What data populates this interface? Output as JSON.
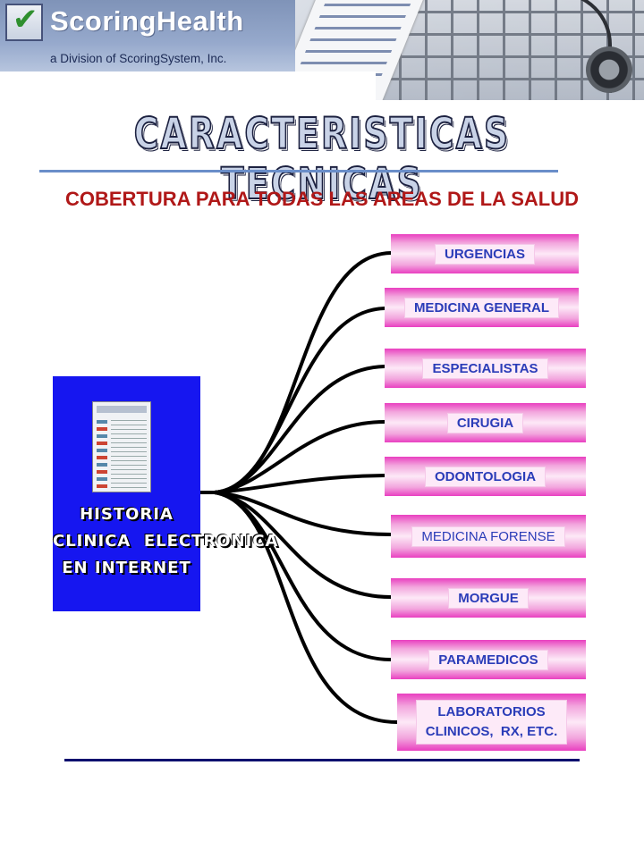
{
  "header": {
    "logo_text": "ScoringHealth",
    "logo_sub": "a Division of ScoringSystem, Inc.",
    "colors": {
      "band": "#8a9dc2",
      "title_red": "#b01818",
      "panel_blue": "#1616f0",
      "box_pink": "#e93fc0",
      "box_text": "#2a3cb8"
    }
  },
  "title": "CARACTERISTICAS TECNICAS",
  "subtitle": "COBERTURA PARA TODAS LAS AREAS DE LA SALUD",
  "panel": {
    "line1": "HISTORIA",
    "line2": "CLINICA  ELECTRONICA",
    "line3": "EN INTERNET"
  },
  "areas": [
    {
      "label": "URGENCIAS"
    },
    {
      "label": "MEDICINA GENERAL"
    },
    {
      "label": "ESPECIALISTAS"
    },
    {
      "label": "CIRUGIA"
    },
    {
      "label": "ODONTOLOGIA"
    },
    {
      "label": "MEDICINA FORENSE"
    },
    {
      "label": "MORGUE"
    },
    {
      "label": "PARAMEDICOS"
    },
    {
      "label": "LABORATORIOS",
      "label2": "CLINICOS,  RX, ETC."
    }
  ]
}
